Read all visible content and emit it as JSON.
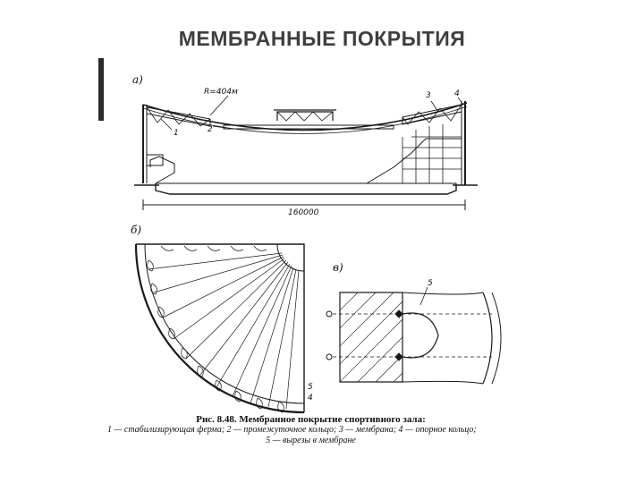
{
  "slide": {
    "title": "МЕМБРАННЫЕ ПОКРЫТИЯ"
  },
  "figure": {
    "panel_a_label": "а)",
    "panel_b_label": "б)",
    "panel_c_label": "в)",
    "radius_label": "R=404м",
    "span_label": "160000",
    "marker_1": "1",
    "marker_2": "2",
    "marker_3": "3",
    "marker_4": "4",
    "marker_5": "5"
  },
  "caption": {
    "title": "Рис. 8.48. Мембранное покрытие спортивного зала:",
    "legend_line1": "1 — стабилизирующая ферма; 2 — промежуточное кольцо; 3 — мембрана; 4 — опорное кольцо;",
    "legend_line2": "5 — вырезы в мембране"
  }
}
